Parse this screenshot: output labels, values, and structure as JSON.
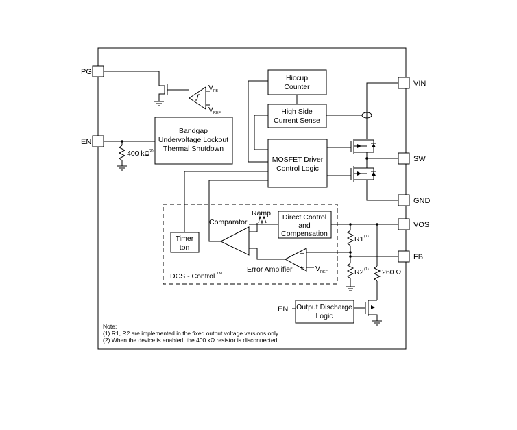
{
  "pins": {
    "pg": "PG",
    "en": "EN",
    "vin": "VIN",
    "sw": "SW",
    "gnd": "GND",
    "vos": "VOS",
    "fb": "FB",
    "en_discharge": "EN"
  },
  "blocks": {
    "hiccup": [
      "Hiccup",
      "Counter"
    ],
    "current_sense": [
      "High Side",
      "Current Sense"
    ],
    "bandgap": [
      "Bandgap",
      "Undervoltage Lockout",
      "Thermal Shutdown"
    ],
    "mosfet_driver": [
      "MOSFET Driver",
      "Control Logic"
    ],
    "timer": [
      "Timer",
      "ton"
    ],
    "direct_control": [
      "Direct Control",
      "and",
      "Compensation"
    ],
    "discharge": [
      "Output Discharge",
      "Logic"
    ]
  },
  "labels": {
    "comparator": "Comparator",
    "ramp": "Ramp",
    "error_amp": "Error Amplifier",
    "dcs": "DCS - Control",
    "dcs_tm": "TM",
    "resistor_400k": "400 kΩ",
    "resistor_400k_note": "(2)",
    "r1": "R1",
    "r1_note": "(1)",
    "r2": "R2",
    "r2_note": "(1)",
    "resistor_260": "260 Ω",
    "vfb_main": "V",
    "vfb_sub": "FB",
    "vref_main": "V",
    "vref_sub": "REF",
    "ea_vref_main": "V",
    "ea_vref_sub": "REF",
    "minus": "–",
    "plus": "+"
  },
  "notes": [
    "Note:",
    "(1)  R1, R2 are implemented in the fixed output voltage versions only.",
    "(2) When the device is enabled, the 400 kΩ resistor is disconnected."
  ]
}
